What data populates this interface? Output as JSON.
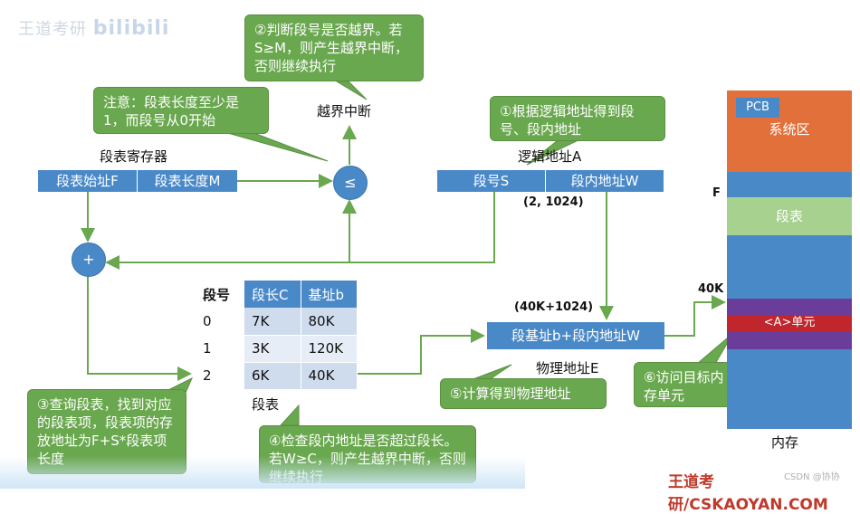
{
  "watermark": {
    "text": "王道考研",
    "logo": "bilibili"
  },
  "bubbles": {
    "b2": "②判断段号是否越界。若S≥M，则产生越界中断，否则继续执行",
    "note": "注意：段表长度至少是1，而段号从0开始",
    "b1": "①根据逻辑地址得到段号、段内地址",
    "b3": "③查询段表，找到对应的段表项，段表项的存放地址为F+S*段表项长度",
    "b4": "④检查段内地址是否超过段长。若W≥C，则产生越界中断，否则继续执行",
    "b5": "⑤计算得到物理地址",
    "b6": "⑥访问目标内存单元"
  },
  "labels": {
    "overflow": "越界中断",
    "seg_register": "段表寄存器",
    "logical_addr": "逻辑地址A",
    "logical_value": "(2, 1024)",
    "phys_value": "(40K+1024)",
    "phys_addr": "物理地址E",
    "seg_table": "段表",
    "memory": "内存",
    "F": "F",
    "k40": "40K"
  },
  "register": {
    "start": "段表始址F",
    "length": "段表长度M"
  },
  "logical": {
    "seg": "段号S",
    "offset": "段内地址W"
  },
  "compare_symbol": "≤",
  "plus_symbol": "+",
  "phys_box": "段基址b+段内地址W",
  "table": {
    "col_seg": "段号",
    "col_len": "段长C",
    "col_base": "基址b",
    "rows": [
      {
        "seg": "0",
        "len": "7K",
        "base": "80K"
      },
      {
        "seg": "1",
        "len": "3K",
        "base": "120K"
      },
      {
        "seg": "2",
        "len": "6K",
        "base": "40K"
      }
    ]
  },
  "memory_blocks": {
    "pcb": "PCB",
    "system": "系统区",
    "seg_table": "段表",
    "unit": "<A>单元"
  },
  "footer": {
    "brand": "王道考研/CSKAOYAN.COM",
    "csdn": "CSDN @协协"
  },
  "colors": {
    "blue": "#4a89c8",
    "green": "#6aa84f",
    "orange": "#e2703a",
    "purple": "#6a3d9a",
    "red": "#c0262c",
    "lightgreen": "#a6d18f"
  }
}
